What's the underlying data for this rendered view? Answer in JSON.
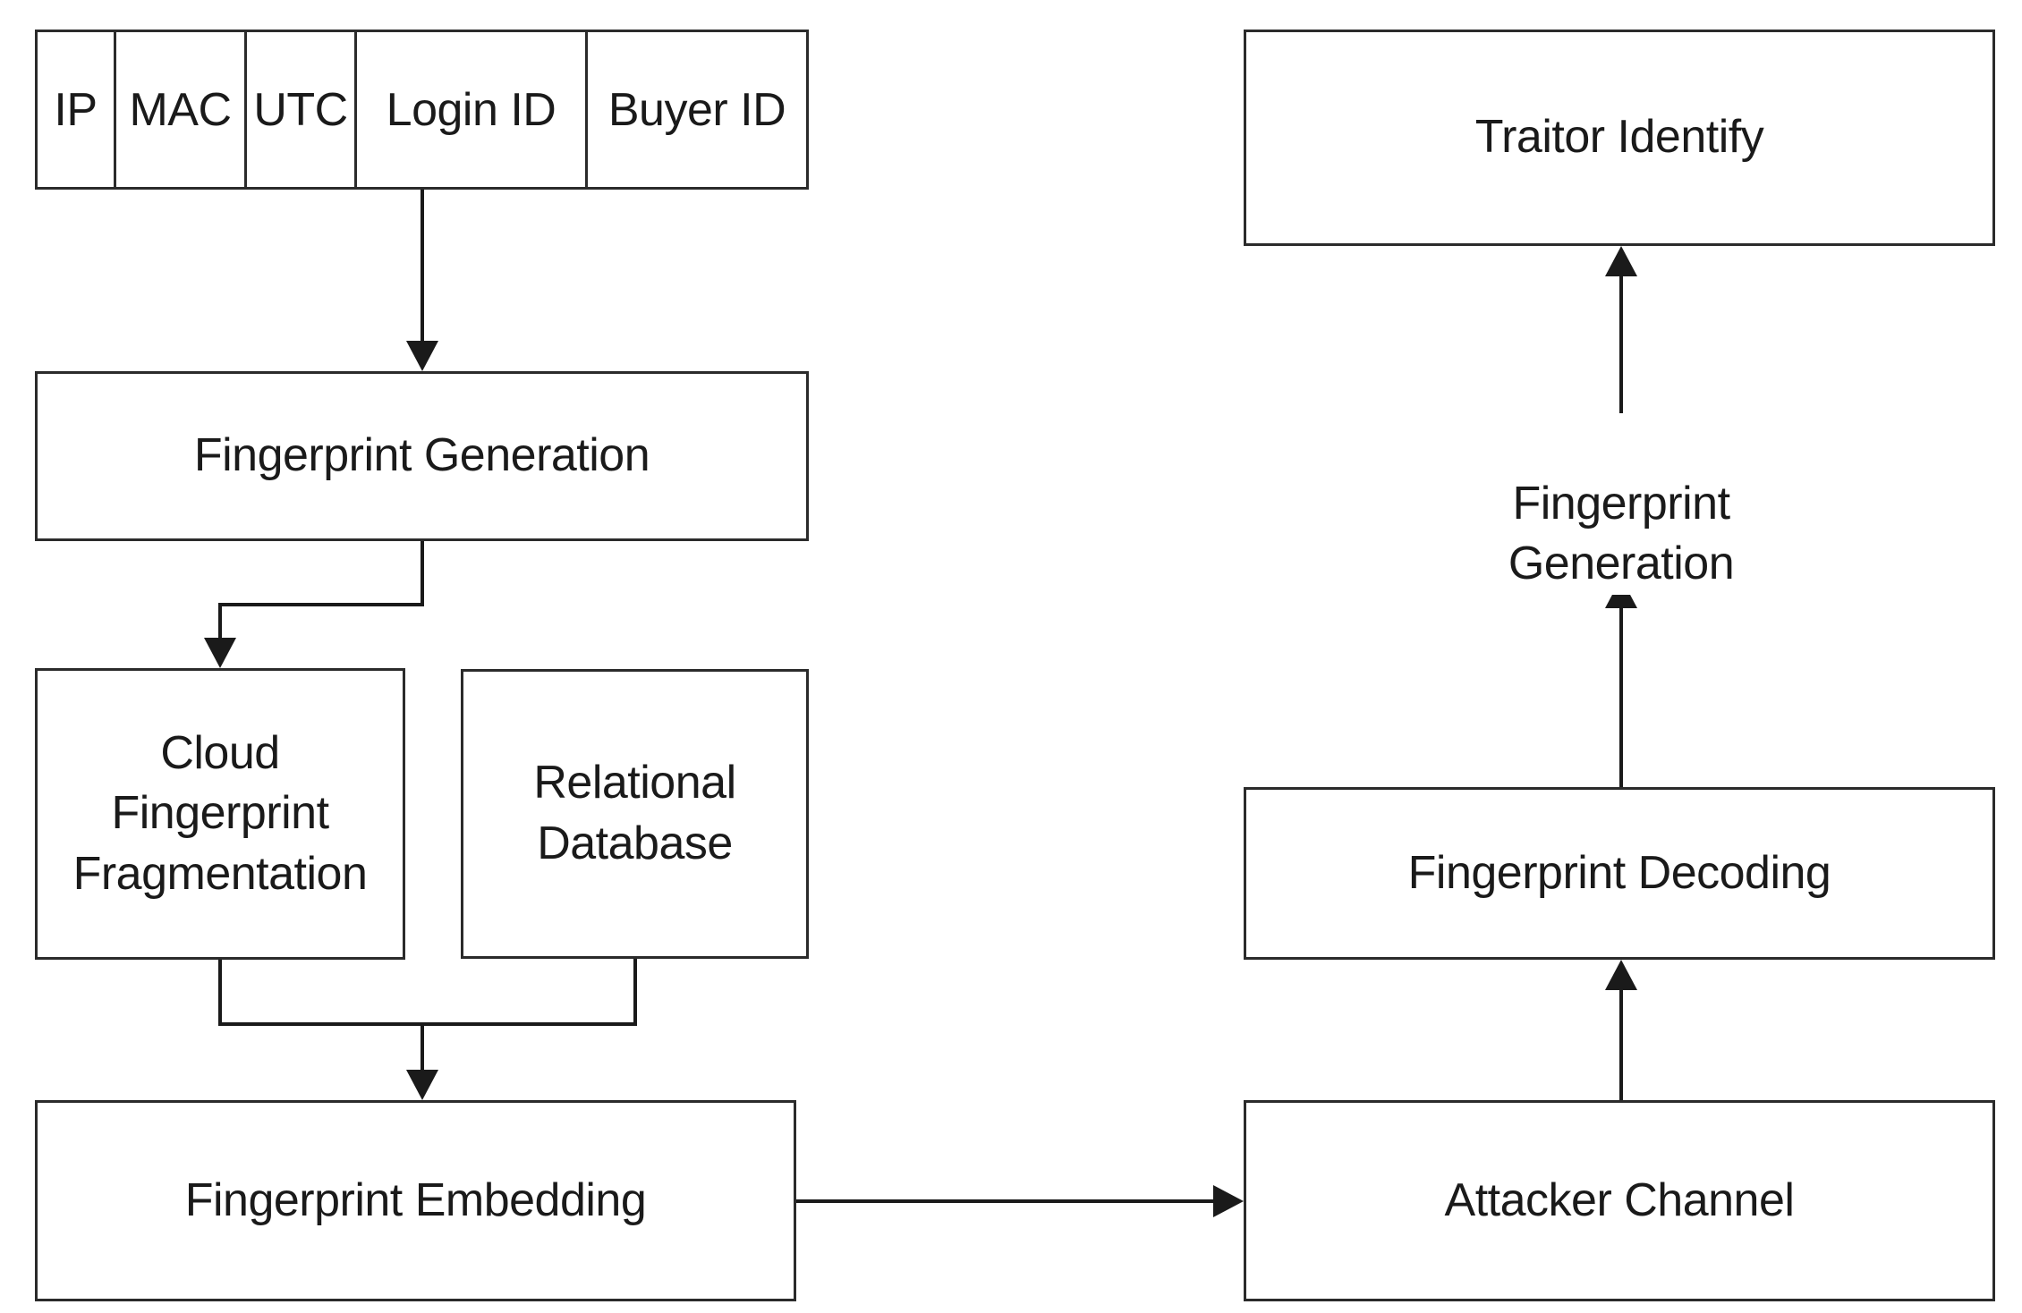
{
  "diagram": {
    "title": "Fingerprint generation, embedding and traitor tracing flowchart",
    "stroke_color": "#1a1a1a",
    "background_color": "#ffffff"
  },
  "record_table": {
    "name": "user-record-fields",
    "columns": [
      {
        "label": "IP"
      },
      {
        "label": "MAC"
      },
      {
        "label": "UTC"
      },
      {
        "label": "Login ID"
      },
      {
        "label": "Buyer ID"
      }
    ]
  },
  "nodes": {
    "fingerprint_generation_left": {
      "label": "Fingerprint Generation"
    },
    "cloud_fingerprint_fragmentation": {
      "label": "Cloud\nFingerprint\nFragmentation"
    },
    "relational_database": {
      "label": "Relational\nDatabase"
    },
    "fingerprint_embedding": {
      "label": "Fingerprint Embedding"
    },
    "attacker_channel": {
      "label": "Attacker Channel"
    },
    "fingerprint_decoding": {
      "label": "Fingerprint Decoding"
    },
    "fingerprint_generation_right": {
      "label": "Fingerprint\nGeneration"
    },
    "traitor_identify": {
      "label": "Traitor Identify"
    }
  },
  "edges": [
    {
      "name": "record-table-to-fingerprint-generation",
      "from": "record_table",
      "to": "fingerprint_generation_left",
      "arrow": "down"
    },
    {
      "name": "fingerprint-generation-to-cloud-fragmentation",
      "from": "fingerprint_generation_left",
      "to": "cloud_fingerprint_fragmentation",
      "arrow": "down"
    },
    {
      "name": "fragmentation-and-database-to-embedding",
      "from": "cloud_fingerprint_fragmentation",
      "to": "fingerprint_embedding",
      "arrow": "down"
    },
    {
      "name": "embedding-to-attacker-channel",
      "from": "fingerprint_embedding",
      "to": "attacker_channel",
      "arrow": "right"
    },
    {
      "name": "attacker-channel-to-decoding",
      "from": "attacker_channel",
      "to": "fingerprint_decoding",
      "arrow": "up"
    },
    {
      "name": "decoding-to-fingerprint-generation-right",
      "from": "fingerprint_decoding",
      "to": "fingerprint_generation_right",
      "arrow": "up"
    },
    {
      "name": "fingerprint-generation-right-to-traitor-identify",
      "from": "fingerprint_generation_right",
      "to": "traitor_identify",
      "arrow": "up"
    }
  ]
}
